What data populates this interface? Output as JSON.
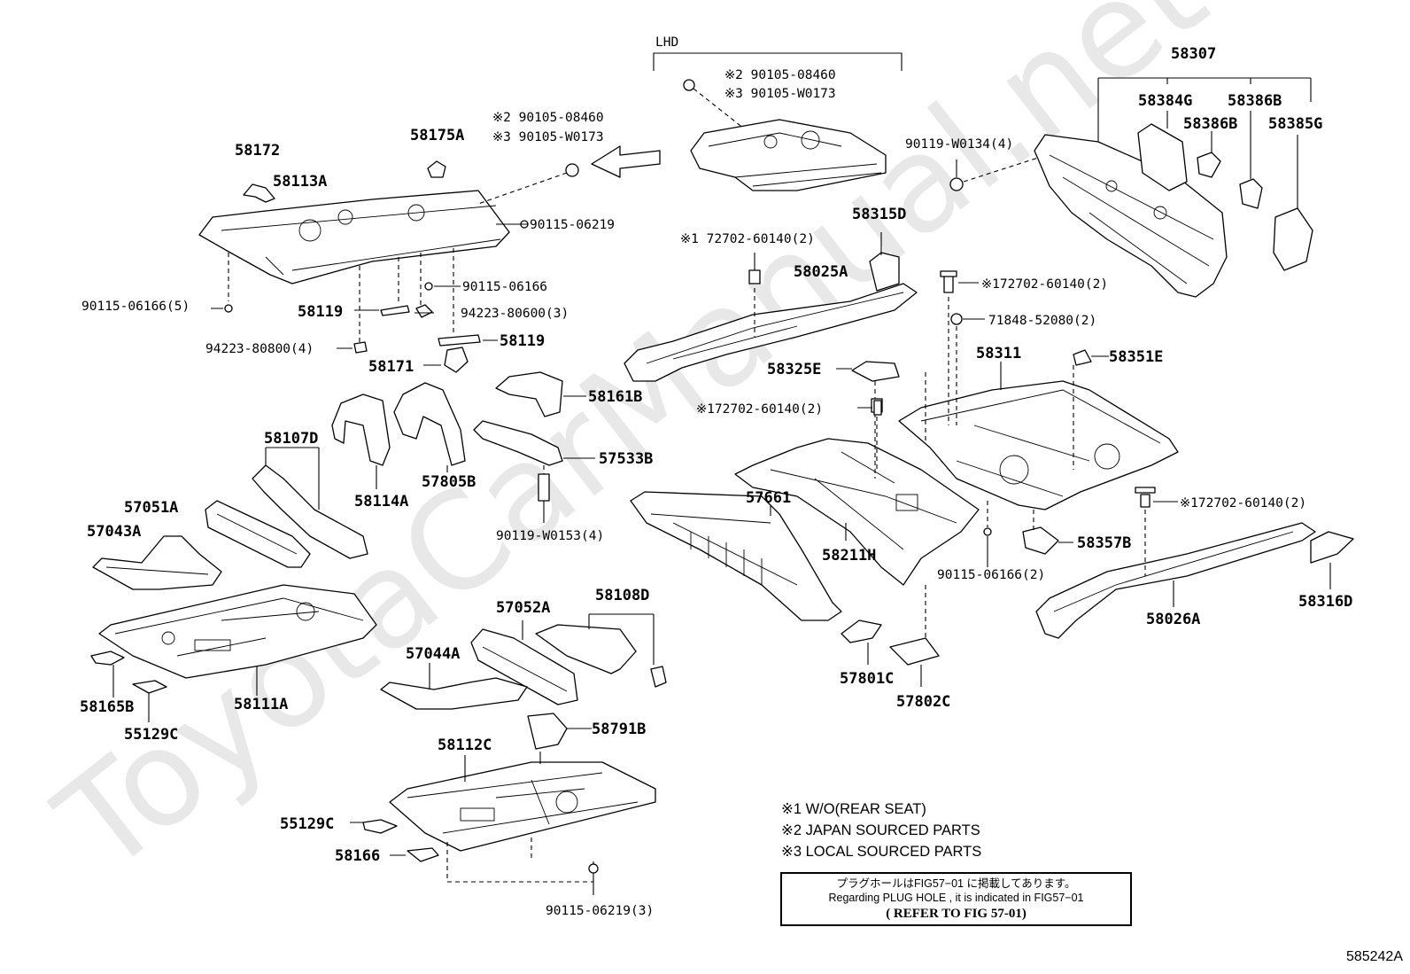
{
  "watermark": "ToyotaCarManual.net",
  "group_label": "LHD",
  "figure_id": "585242A",
  "labels": {
    "p58307": "58307",
    "p58384G": "58384G",
    "p58386B_1": "58386B",
    "p58386B_2": "58386B",
    "p58385G": "58385G",
    "p90119W0134": "90119-W0134(4)",
    "p58315D": "58315D",
    "p58025A": "58025A",
    "p58172": "58172",
    "p58175A": "58175A",
    "p58113A": "58113A",
    "p90115_06219": "90115-06219",
    "p90115_06166": "90115-06166",
    "p90115_06166_5": "90115-06166(5)",
    "p58119_1": "58119",
    "p58119_2": "58119",
    "p94223_80600": "94223-80600(3)",
    "p94223_80800": "94223-80800(4)",
    "p58171": "58171",
    "p58161B": "58161B",
    "p58107D": "58107D",
    "p58114A": "58114A",
    "p57805B": "57805B",
    "p57533B": "57533B",
    "p90119W0153": "90119-W0153(4)",
    "p57051A": "57051A",
    "p57043A": "57043A",
    "p58111A": "58111A",
    "p58165B": "58165B",
    "p55129C_1": "55129C",
    "p57052A": "57052A",
    "p58108D": "58108D",
    "p57044A": "57044A",
    "p58791B": "58791B",
    "p58112C": "58112C",
    "p55129C_2": "55129C",
    "p58166": "58166",
    "p90115_06219_3": "90115-06219(3)",
    "p57661": "57661",
    "p58211H": "58211H",
    "p57801C": "57801C",
    "p57802C": "57802C",
    "p58325E": "58325E",
    "p58311": "58311",
    "p58351E": "58351E",
    "p71848_52080": "71848-52080(2)",
    "p58357B": "58357B",
    "p90115_06166_2": "90115-06166(2)",
    "p58026A": "58026A",
    "p58316D": "58316D"
  },
  "bolt_notes": {
    "lhd_1": "※2 90105-08460",
    "lhd_2": "※3 90105-W0173",
    "main_1": "※2 90105-08460",
    "main_2": "※3 90105-W0173",
    "k72702_a": "※1 72702-60140(2)",
    "k72702_b": "※172702-60140(2)",
    "k72702_c": "※172702-60140(2)",
    "k72702_d": "※172702-60140(2)"
  },
  "notes": [
    "※1 W/O(REAR SEAT)",
    "※2 JAPAN SOURCED PARTS",
    "※3 LOCAL SOURCED PARTS"
  ],
  "reference_box": {
    "line1": "プラグホールはFIG57−01 に掲載してあります。",
    "line2": "Regarding PLUG HOLE , it is indicated in FIG57−01",
    "line3": "( REFER TO FIG 57-01)"
  }
}
